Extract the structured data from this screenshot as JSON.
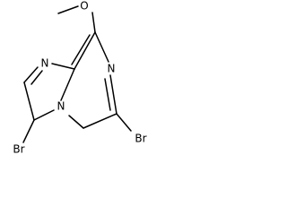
{
  "molecule": {
    "atoms": {
      "o_methoxy": "O",
      "n_ring_top": "N",
      "n_ring_right": "N",
      "n_bridge": "N",
      "br_left": "Br",
      "br_right": "Br"
    }
  },
  "colors": {
    "bond": "#000000",
    "text": "#000000",
    "background": "#ffffff"
  }
}
